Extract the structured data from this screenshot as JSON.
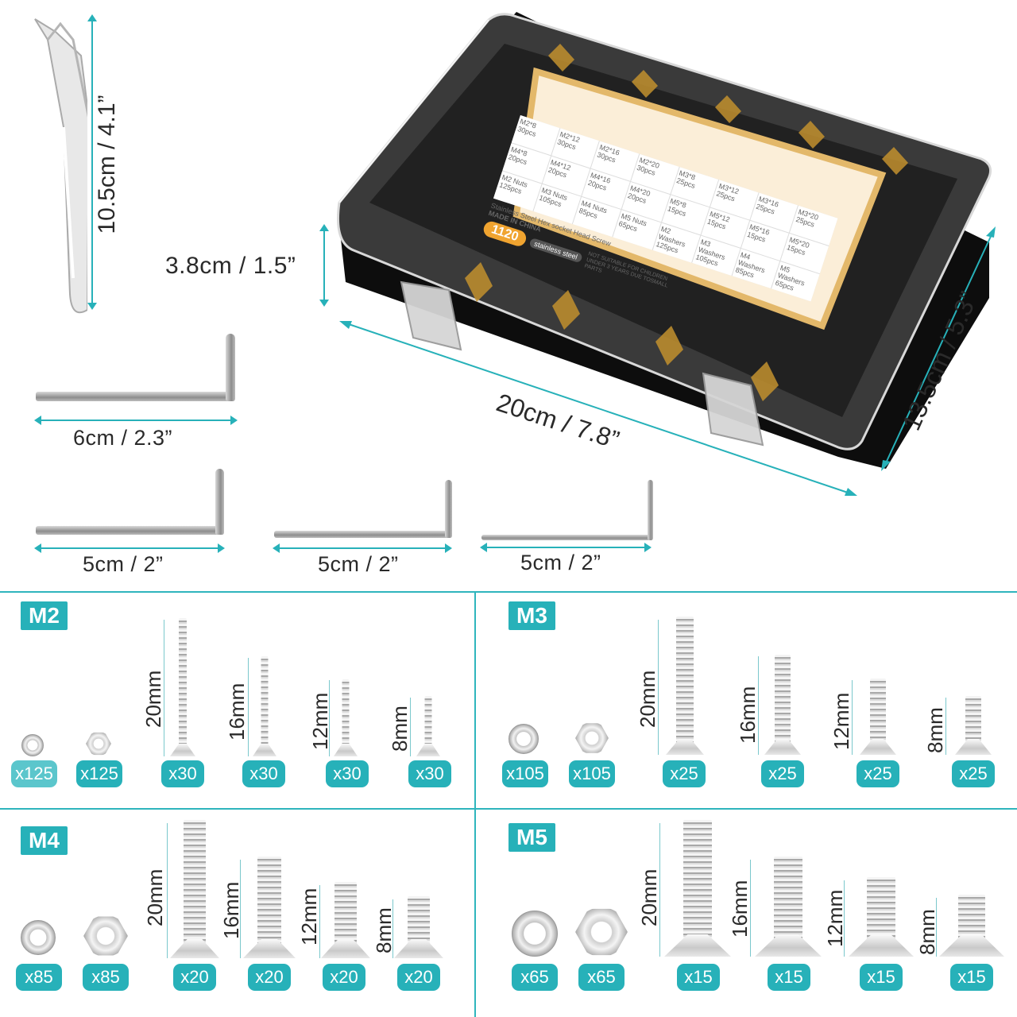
{
  "dimensions": {
    "tweezers_length": "10.5cm / 4.1”",
    "box_height": "3.8cm / 1.5”",
    "box_length": "20cm / 7.8”",
    "box_width": "13.5cm / 5.3”",
    "wrench_large": "6cm / 2.3”",
    "wrench_small_1": "5cm / 2”",
    "wrench_small_2": "5cm / 2”",
    "wrench_small_3": "5cm / 2”"
  },
  "box_label": {
    "cells": [
      "M2*8\n30pcs",
      "M2*12\n30pcs",
      "M2*16\n30pcs",
      "M2*20\n30pcs",
      "M4*8\n20pcs",
      "M4*12\n20pcs",
      "M4*16\n20pcs",
      "M4*20\n20pcs",
      "M3*8\n25pcs",
      "M3*12\n25pcs",
      "M3*16\n25pcs",
      "M3*20\n25pcs",
      "M2 Nuts\n125pcs",
      "M3 Nuts\n105pcs",
      "M4 Nuts\n85pcs",
      "M5 Nuts\n65pcs",
      "M2\nWashers\n125pcs",
      "M3\nWashers\n105pcs",
      "M4\nWashers\n85pcs",
      "M5\nWashers\n65pcs",
      "M5*8\n15pcs",
      "M5*12\n15pcs",
      "M5*16\n15pcs",
      "M5*20\n15pcs"
    ],
    "product_line": "Stainless Steel Hex socket Head Screw",
    "origin": "MADE IN CHINA",
    "count": "1120",
    "material": "stainless steel",
    "warning": "NOT SUITABLE FOR CHILDREN UNDER 3 YEARS DUE TOSMALL PARTS"
  },
  "panels": [
    {
      "size": "M2",
      "washer_qty": "x125",
      "nut_qty": "x125",
      "screws": [
        {
          "length": "20mm",
          "qty": "x30"
        },
        {
          "length": "16mm",
          "qty": "x30"
        },
        {
          "length": "12mm",
          "qty": "x30"
        },
        {
          "length": "8mm",
          "qty": "x30"
        }
      ]
    },
    {
      "size": "M3",
      "washer_qty": "x105",
      "nut_qty": "x105",
      "screws": [
        {
          "length": "20mm",
          "qty": "x25"
        },
        {
          "length": "16mm",
          "qty": "x25"
        },
        {
          "length": "12mm",
          "qty": "x25"
        },
        {
          "length": "8mm",
          "qty": "x25"
        }
      ]
    },
    {
      "size": "M4",
      "washer_qty": "x85",
      "nut_qty": "x85",
      "screws": [
        {
          "length": "20mm",
          "qty": "x20"
        },
        {
          "length": "16mm",
          "qty": "x20"
        },
        {
          "length": "12mm",
          "qty": "x20"
        },
        {
          "length": "8mm",
          "qty": "x20"
        }
      ]
    },
    {
      "size": "M5",
      "washer_qty": "x65",
      "nut_qty": "x65",
      "screws": [
        {
          "length": "20mm",
          "qty": "x15"
        },
        {
          "length": "16mm",
          "qty": "x15"
        },
        {
          "length": "12mm",
          "qty": "x15"
        },
        {
          "length": "8mm",
          "qty": "x15"
        }
      ]
    }
  ],
  "colors": {
    "accent": "#27b1b9",
    "box_base": "#111111"
  }
}
